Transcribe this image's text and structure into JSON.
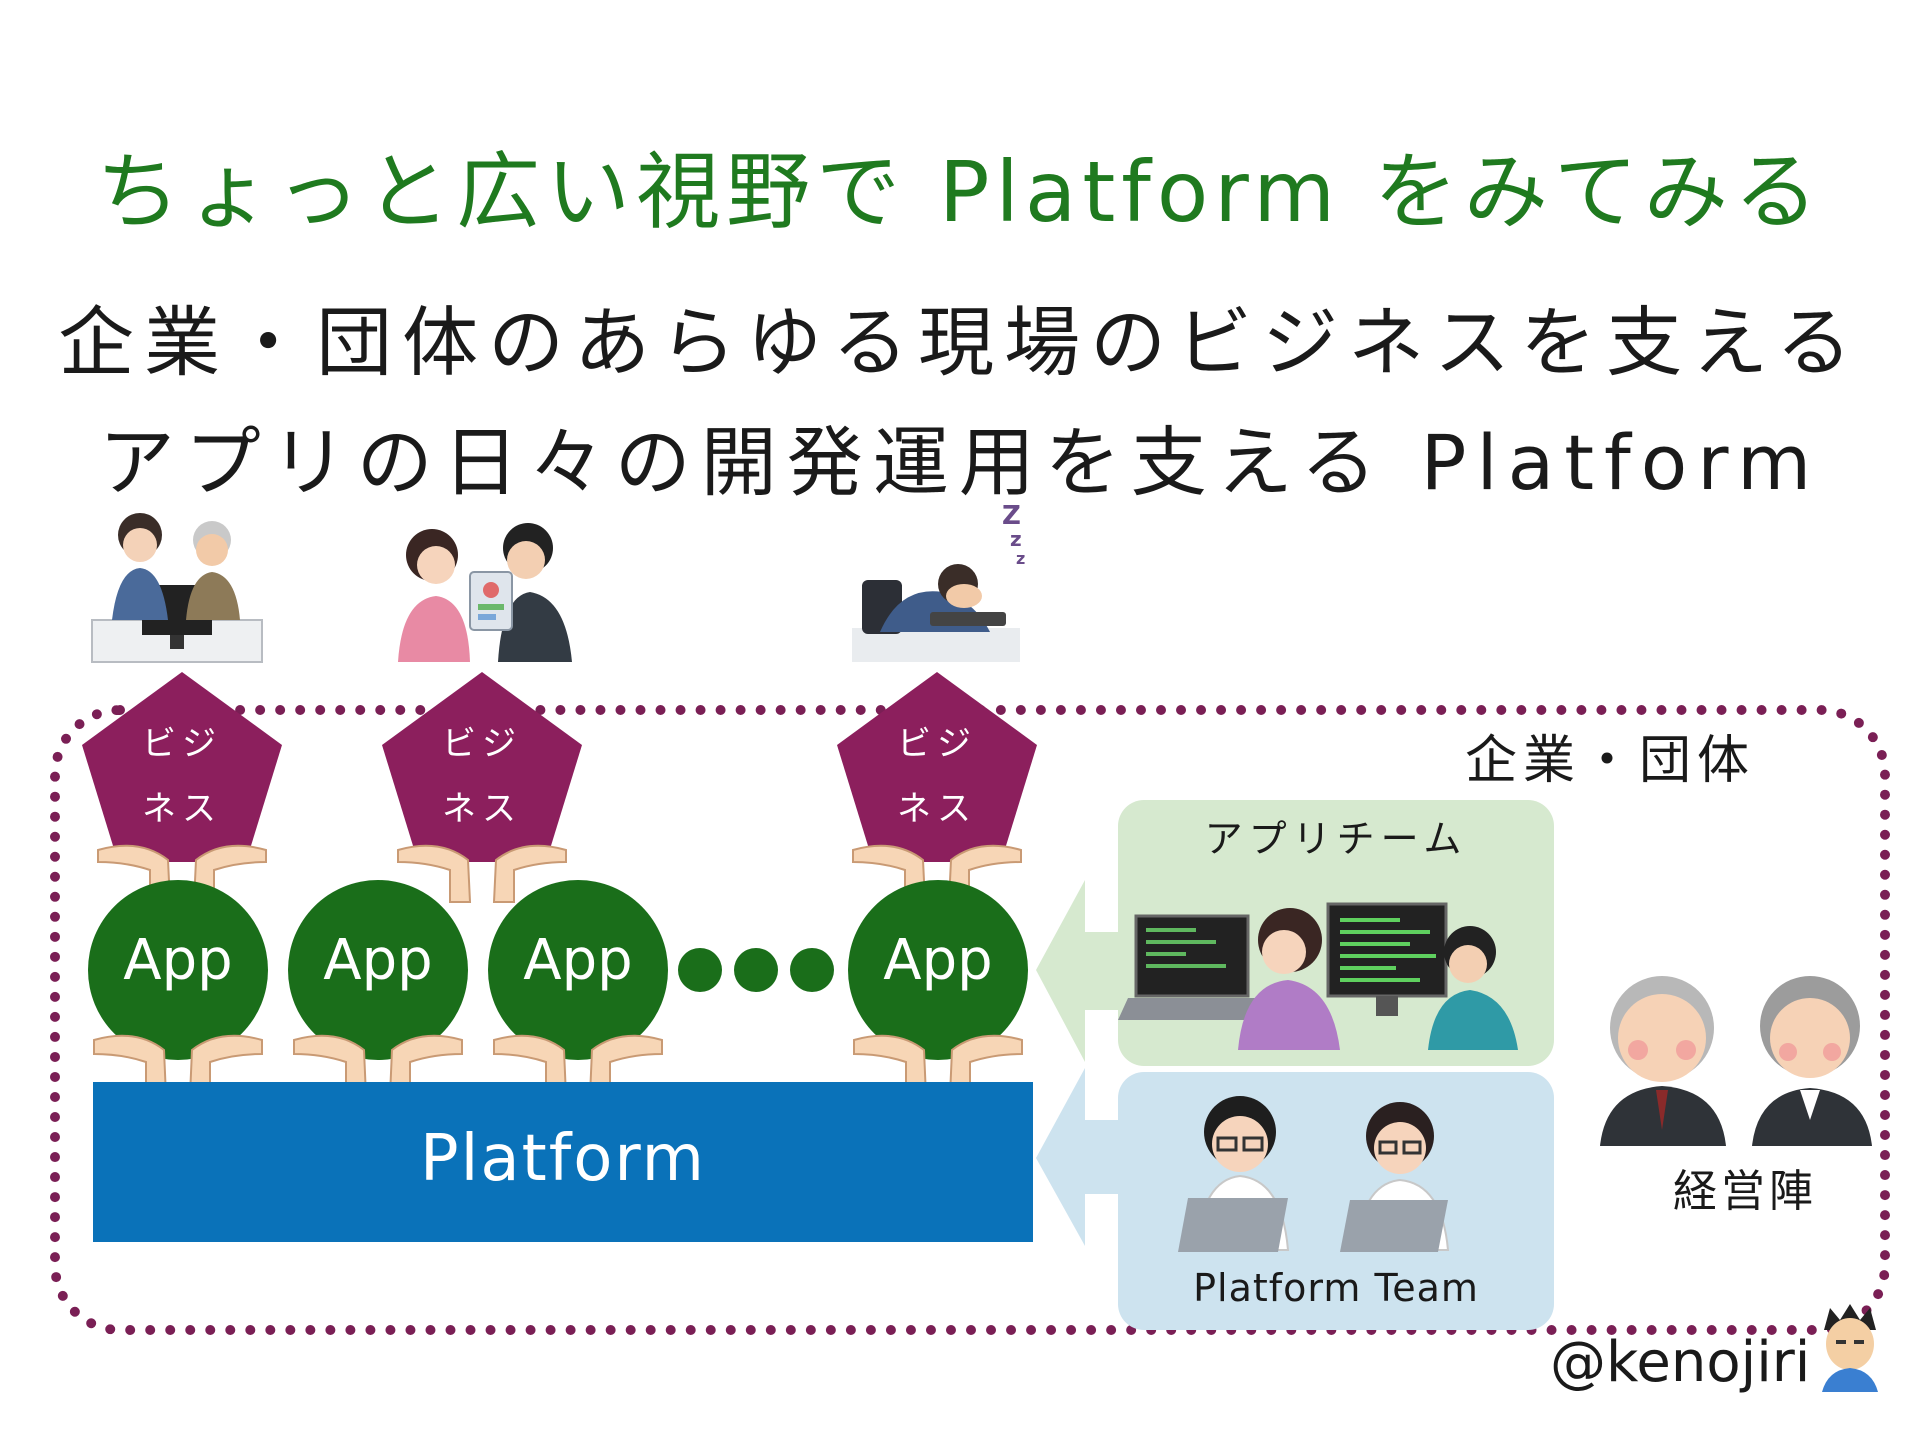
{
  "title": "ちょっと広い視野で Platform をみてみる",
  "subtitle_line1": "企業・団体のあらゆる現場のビジネスを支える",
  "subtitle_line2": "アプリの日々の開発運用を支える Platform",
  "organization_label": "企業・団体",
  "business_label_top": "ビジ",
  "business_label_bottom": "ネス",
  "app_label": "App",
  "platform_label": "Platform",
  "app_team_label": "アプリチーム",
  "platform_team_label": "Platform Team",
  "executives_label": "経営陣",
  "author": "@kenojiri",
  "colors": {
    "title": "#1f7a1f",
    "business": "#8c1f5d",
    "app": "#1a6e1a",
    "platform": "#0a72b9",
    "frame": "#7a1f55",
    "app_team_bg": "#d6e9cf",
    "platform_team_bg": "#cde3ef"
  },
  "icons": [
    "sleeping-icon",
    "business-people-icon",
    "app-developers-icon",
    "platform-engineers-icon",
    "executives-icon",
    "author-avatar-icon",
    "hands-icon"
  ]
}
